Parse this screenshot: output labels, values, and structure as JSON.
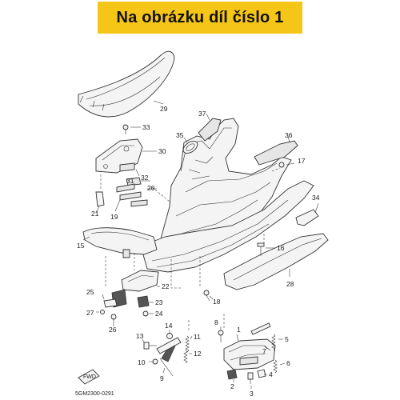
{
  "banner": {
    "text": "Na obrázku díl číslo 1",
    "color": "#f5c518"
  },
  "diagram_code": "5GM2300-0291",
  "fwd_label": "FWD",
  "callouts": {
    "c1": "1",
    "c2": "2",
    "c3": "3",
    "c4": "4",
    "c5": "5",
    "c6": "6",
    "c7": "7",
    "c8": "8",
    "c9": "9",
    "c10": "10",
    "c11": "11",
    "c12": "12",
    "c13": "13",
    "c14": "14",
    "c15": "15",
    "c16": "16",
    "c17": "17",
    "c18": "18",
    "c19": "19",
    "c20": "20",
    "c21": "21",
    "c22": "22",
    "c23": "23",
    "c24": "24",
    "c25": "25",
    "c26": "26",
    "c27": "27",
    "c28": "28",
    "c29": "29",
    "c30": "30",
    "c31": "31",
    "c32": "32",
    "c33": "33",
    "c34": "34",
    "c35": "35",
    "c36": "36",
    "c37": "37"
  }
}
